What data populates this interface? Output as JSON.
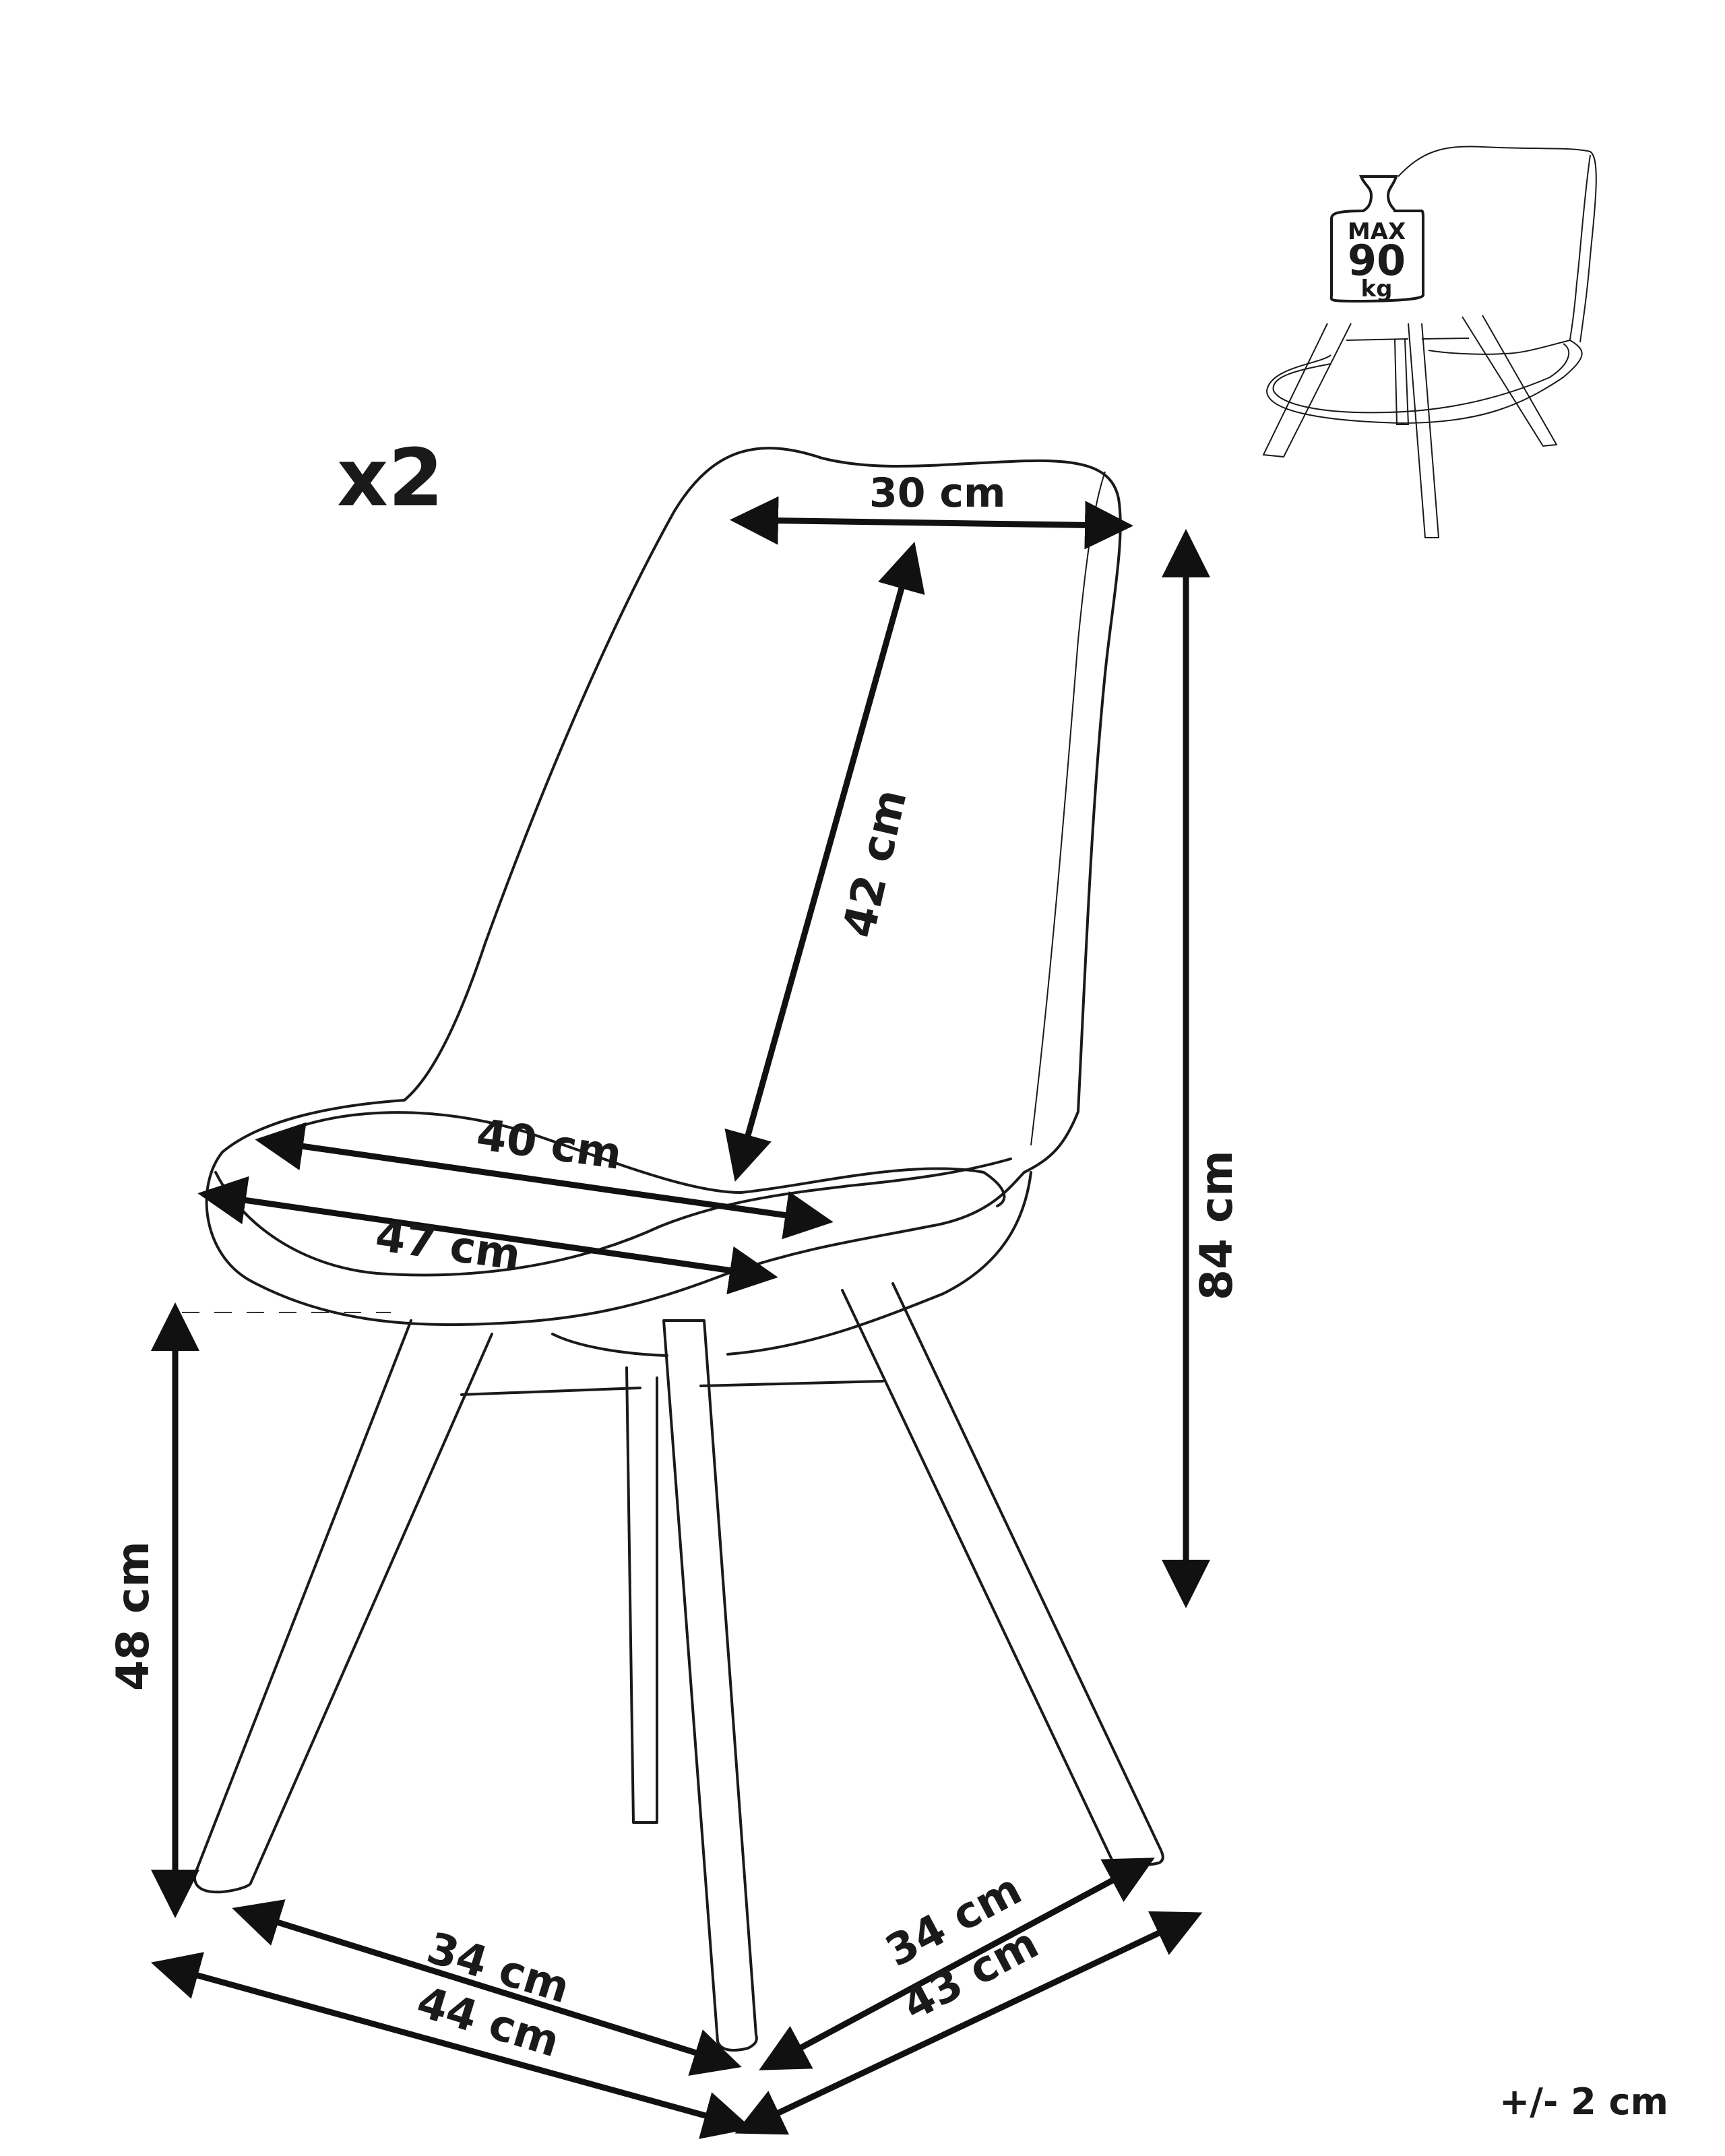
{
  "quantity_label": "x2",
  "tolerance_label": "+/- 2 cm",
  "weight_badge": {
    "line1": "MAX",
    "line2": "90",
    "line3": "kg"
  },
  "dimensions": {
    "backrest_width": "30 cm",
    "backrest_height": "42 cm",
    "seat_depth": "40 cm",
    "seat_width": "47 cm",
    "total_height": "84 cm",
    "seat_height": "48 cm",
    "front_leg_span": "34 cm",
    "front_footprint": "44 cm",
    "side_leg_span": "34 cm",
    "side_footprint": "43 cm"
  },
  "colors": {
    "line": "#1a1a1a",
    "background": "#ffffff"
  }
}
